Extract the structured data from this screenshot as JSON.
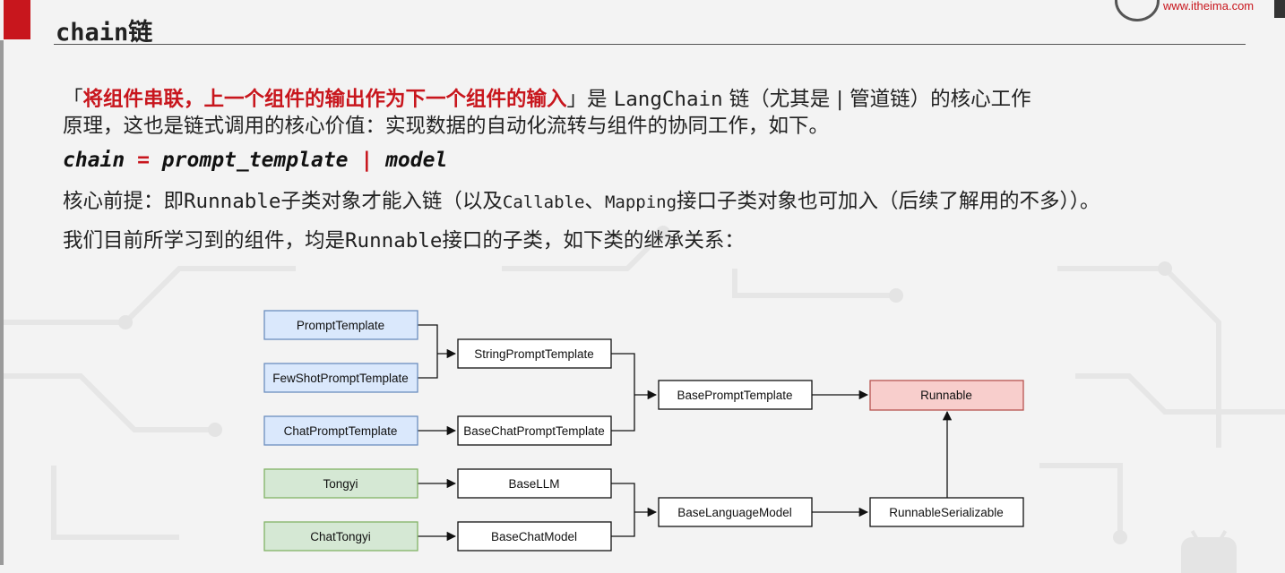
{
  "header": {
    "title_latin": "chain",
    "title_cjk": "链",
    "logo_url": "www.itheima.com",
    "accent_color": "#c8161d"
  },
  "body": {
    "line1_quote_open": "「",
    "line1_highlight": "将组件串联，上一个组件的输出作为下一个组件的输入",
    "line1_quote_close": "」",
    "line1_rest_a": "是 ",
    "line1_rest_mono": "LangChain",
    "line1_rest_b": " 链（尤其是 | 管道链）的核心工作",
    "line2": "原理，这也是链式调用的核心价值：实现数据的自动化流转与组件的协同工作，如下。",
    "code_a": "chain ",
    "code_eq": "=",
    "code_b": " prompt_template ",
    "code_pipe": "|",
    "code_c": " model",
    "line3_a": "核心前提：即",
    "line3_runnable": "Runnable",
    "line3_b": "子类对象才能入链（以及",
    "line3_callable": "Callable",
    "line3_c": "、",
    "line3_mapping": "Mapping",
    "line3_d": "接口子类对象也可加入（后续了解用的不多））。",
    "line4_a": "我们目前所学习到的组件，均是",
    "line4_runnable": "Runnable",
    "line4_b": "接口的子类，如下类的继承关系："
  },
  "diagram": {
    "nodes": {
      "prompt_template": "PromptTemplate",
      "few_shot_prompt_template": "FewShotPromptTemplate",
      "chat_prompt_template": "ChatPromptTemplate",
      "tongyi": "Tongyi",
      "chat_tongyi": "ChatTongyi",
      "string_prompt_template": "StringPromptTemplate",
      "base_chat_prompt_template": "BaseChatPromptTemplate",
      "base_llm": "BaseLLM",
      "base_chat_model": "BaseChatModel",
      "base_prompt_template": "BasePromptTemplate",
      "base_language_model": "BaseLanguageModel",
      "runnable": "Runnable",
      "runnable_serializable": "RunnableSerializable"
    },
    "colors": {
      "blue_fill": "#dae8fc",
      "blue_stroke": "#6c8ebf",
      "green_fill": "#d5e8d4",
      "green_stroke": "#82b366",
      "red_fill": "#f8cecc",
      "red_stroke": "#b85450"
    }
  }
}
